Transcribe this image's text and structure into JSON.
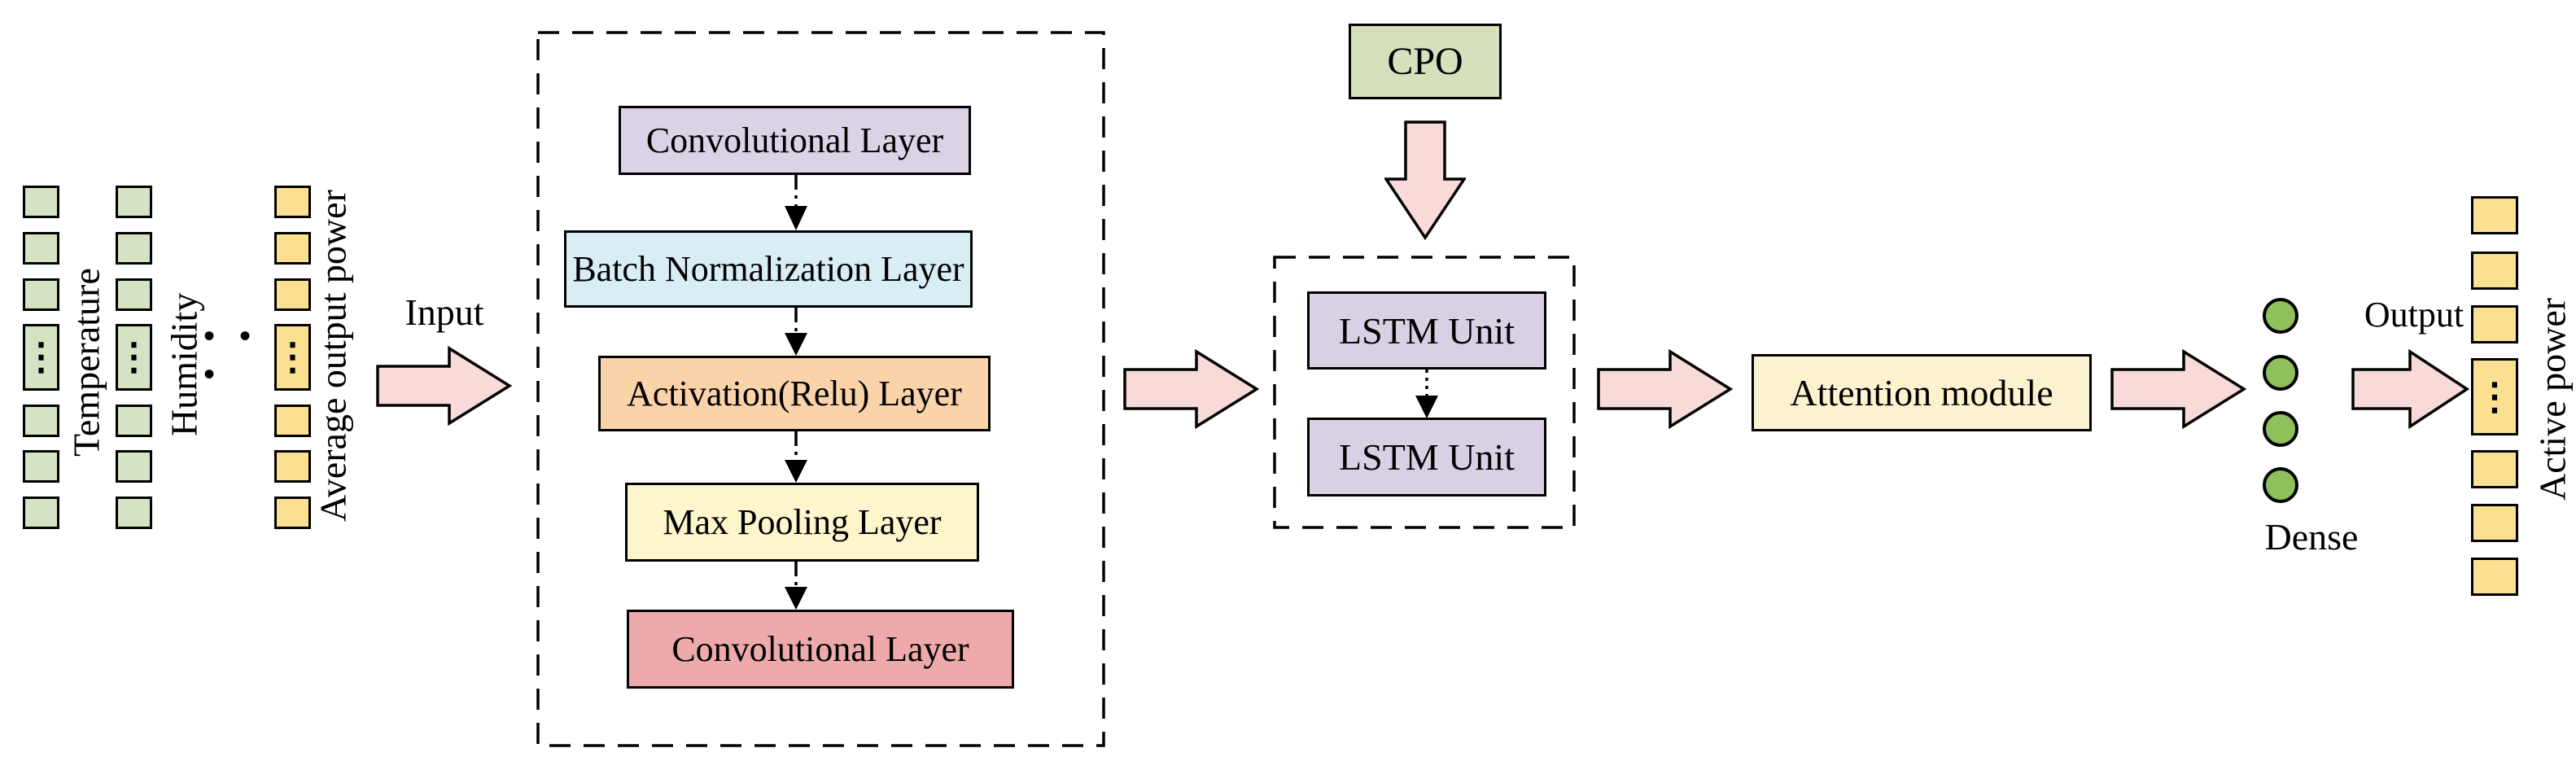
{
  "inputs": {
    "temperature_label": "Temperature",
    "humidity_label": "Humidity",
    "avg_output_power_label": "Average output power",
    "column_square_count": 7,
    "ellipsis_between_columns": "• • •",
    "cell_ellipsis": "⋮"
  },
  "flow": {
    "input_label": "Input",
    "output_label": "Output"
  },
  "cnn_block": {
    "layers": [
      "Convolutional Layer",
      "Batch Normalization Layer",
      "Activation(Relu) Layer",
      "Max Pooling Layer",
      "Convolutional Layer"
    ]
  },
  "cpo": {
    "label": "CPO"
  },
  "lstm_block": {
    "units": [
      "LSTM Unit",
      "LSTM Unit"
    ]
  },
  "attention": {
    "label": "Attention module"
  },
  "dense": {
    "label": "Dense",
    "node_count": 4
  },
  "output_column": {
    "active_power_label": "Active power"
  },
  "colors": {
    "green_cell": "#d6e3c2",
    "yellow_cell": "#fbe092",
    "arrow_pink": "#f8dbd8",
    "lavender": "#dcd2e6",
    "cyan": "#d9eef4",
    "peach": "#fbd3aa",
    "cream": "#fdf5cc",
    "salmon": "#eeaaab",
    "cpo_green": "#d4e1bc",
    "lstm_lavender": "#d9d0e3",
    "attention_cream": "#fdf2cf",
    "dense_green": "#8fc05c",
    "line_black": "#000000"
  }
}
